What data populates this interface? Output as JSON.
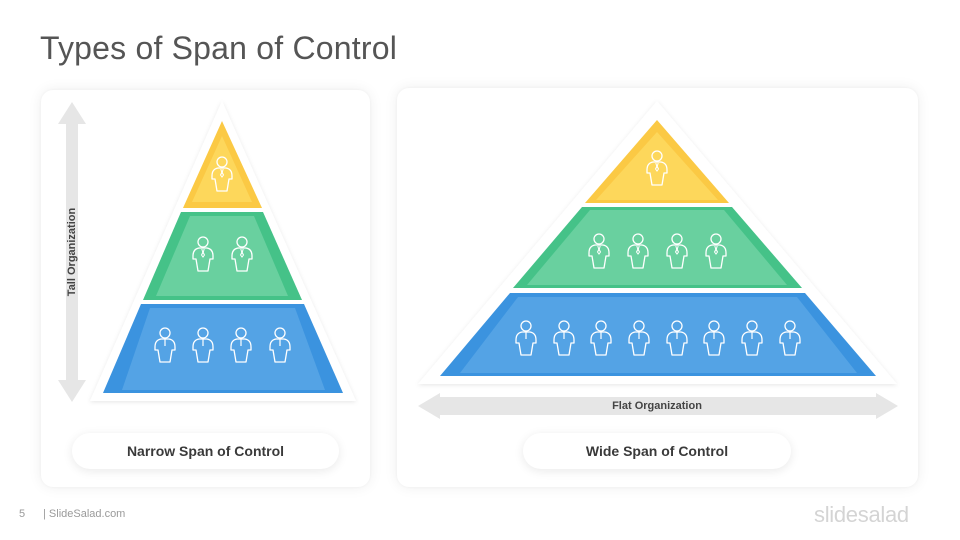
{
  "slide": {
    "title": "Types of Span of Control",
    "page_number": "5",
    "footer_site": "| SlideSalad.com",
    "logo": "slidesalad"
  },
  "colors": {
    "yellow": "#FBC944",
    "yellow_light": "#FDD85E",
    "green": "#45C288",
    "green_light": "#6DD1A2",
    "blue": "#3B93DF",
    "blue_light": "#5BA8E6",
    "arrow_gray": "#E6E6E6",
    "text_dark": "#3A3A3A",
    "title_gray": "#555555"
  },
  "narrow": {
    "axis_label": "Tall Organization",
    "caption": "Narrow Span of Control",
    "tiers": [
      {
        "level": "top",
        "color": "yellow",
        "people": 1,
        "icon": "manager-icon"
      },
      {
        "level": "middle",
        "color": "green",
        "people": 2,
        "icon": "manager-icon"
      },
      {
        "level": "bottom",
        "color": "blue",
        "people": 4,
        "icon": "employee-icon"
      }
    ]
  },
  "wide": {
    "axis_label": "Flat Organization",
    "caption": "Wide Span of Control",
    "tiers": [
      {
        "level": "top",
        "color": "yellow",
        "people": 1,
        "icon": "manager-icon"
      },
      {
        "level": "middle",
        "color": "green",
        "people": 4,
        "icon": "manager-icon"
      },
      {
        "level": "bottom",
        "color": "blue",
        "people": 8,
        "icon": "employee-icon"
      }
    ]
  }
}
